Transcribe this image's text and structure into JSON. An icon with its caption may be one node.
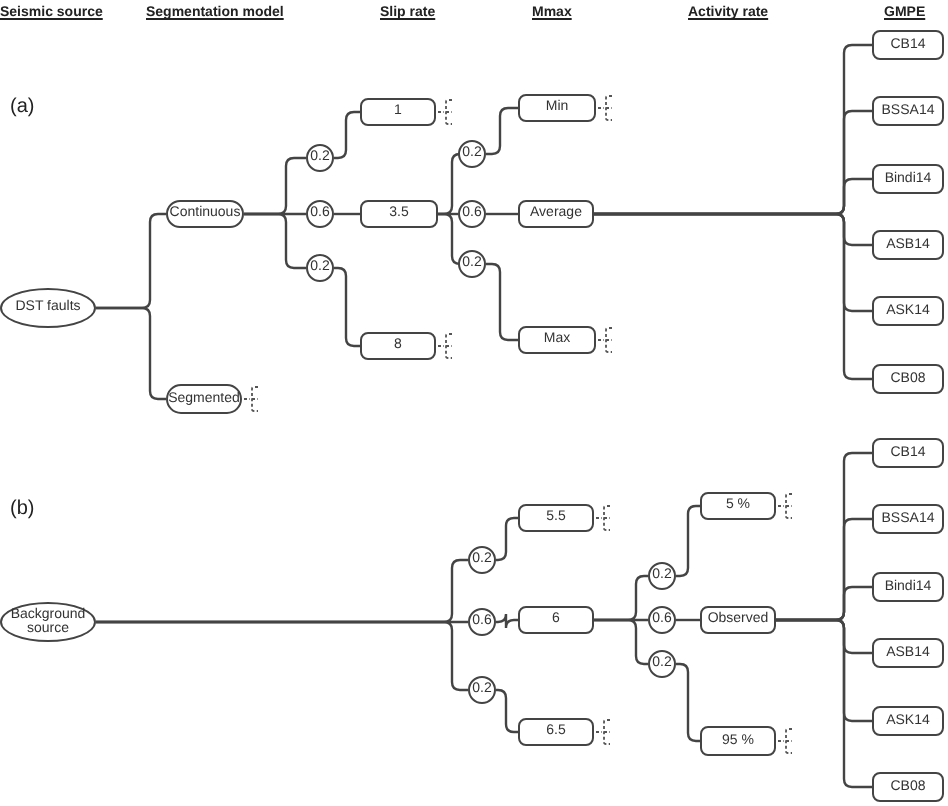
{
  "diagram": {
    "nodes": [
      {
        "text": [
          "DST faults"
        ]
      },
      {
        "text": [
          "Continuous"
        ]
      },
      {
        "text": [
          "Segmented"
        ]
      },
      {
        "text": [
          "0.2"
        ]
      },
      {
        "text": [
          "0.6"
        ]
      },
      {
        "text": [
          "0.2"
        ]
      },
      {
        "text": [
          "1"
        ]
      },
      {
        "text": [
          "3.5"
        ]
      },
      {
        "text": [
          "8"
        ]
      },
      {
        "text": [
          "0.2"
        ]
      },
      {
        "text": [
          "0.6"
        ]
      },
      {
        "text": [
          "0.2"
        ]
      },
      {
        "text": [
          "Min"
        ]
      },
      {
        "text": [
          "Average"
        ]
      },
      {
        "text": [
          "Max"
        ]
      },
      {
        "text": [
          "CB14"
        ]
      },
      {
        "text": [
          "BSSA14"
        ]
      },
      {
        "text": [
          "Bindi14"
        ]
      },
      {
        "text": [
          "ASB14"
        ]
      },
      {
        "text": [
          "ASK14"
        ]
      },
      {
        "text": [
          "CB08"
        ]
      },
      {
        "text": [
          "Background source"
        ]
      },
      {
        "text": [
          "0.2"
        ]
      },
      {
        "text": [
          "0.6"
        ]
      },
      {
        "text": [
          "0.2"
        ]
      },
      {
        "text": [
          "5.5"
        ]
      },
      {
        "text": [
          "6"
        ]
      },
      {
        "text": [
          "6.5"
        ]
      },
      {
        "text": [
          "0.2"
        ]
      },
      {
        "text": [
          "0.6"
        ]
      },
      {
        "text": [
          "0.2"
        ]
      },
      {
        "text": [
          "5 %"
        ]
      },
      {
        "text": [
          "Observed"
        ]
      },
      {
        "text": [
          "95 %"
        ]
      },
      {
        "text": [
          "CB14"
        ]
      },
      {
        "text": [
          "BSSA14"
        ]
      },
      {
        "text": [
          "Bindi14"
        ]
      },
      {
        "text": [
          "ASB14"
        ]
      },
      {
        "text": [
          "ASK14"
        ]
      },
      {
        "text": [
          "CB08"
        ]
      }
    ],
    "edges": [
      {
        "from": 0,
        "to": 1,
        "arrow": "none"
      },
      {
        "from": 0,
        "to": 2,
        "arrow": "none"
      },
      {
        "from": 1,
        "to": 3,
        "arrow": "none"
      },
      {
        "from": 1,
        "to": 4,
        "arrow": "none"
      },
      {
        "from": 1,
        "to": 5,
        "arrow": "none"
      },
      {
        "from": 3,
        "to": 6,
        "arrow": "none"
      },
      {
        "from": 4,
        "to": 7,
        "arrow": "none"
      },
      {
        "from": 5,
        "to": 8,
        "arrow": "none"
      },
      {
        "from": 7,
        "to": 9,
        "arrow": "none"
      },
      {
        "from": 7,
        "to": 10,
        "arrow": "none"
      },
      {
        "from": 7,
        "to": 11,
        "arrow": "none"
      },
      {
        "from": 9,
        "to": 12,
        "arrow": "none"
      },
      {
        "from": 10,
        "to": 13,
        "arrow": "none"
      },
      {
        "from": 11,
        "to": 14,
        "arrow": "none"
      },
      {
        "from": 13,
        "to": 15,
        "arrow": "none"
      },
      {
        "from": 13,
        "to": 16,
        "arrow": "none"
      },
      {
        "from": 13,
        "to": 17,
        "arrow": "none"
      },
      {
        "from": 13,
        "to": 18,
        "arrow": "none"
      },
      {
        "from": 13,
        "to": 19,
        "arrow": "none"
      },
      {
        "from": 13,
        "to": 20,
        "arrow": "none"
      },
      {
        "from": 21,
        "to": 22,
        "arrow": "none"
      },
      {
        "from": 21,
        "to": 23,
        "arrow": "none"
      },
      {
        "from": 21,
        "to": 24,
        "arrow": "none"
      },
      {
        "from": 22,
        "to": 25,
        "arrow": "none"
      },
      {
        "from": 23,
        "to": 26,
        "arrow": "none"
      },
      {
        "from": 24,
        "to": 27,
        "arrow": "none"
      },
      {
        "from": 26,
        "to": 28,
        "arrow": "none"
      },
      {
        "from": 26,
        "to": 29,
        "arrow": "none"
      },
      {
        "from": 26,
        "to": 30,
        "arrow": "none"
      },
      {
        "from": 28,
        "to": 31,
        "arrow": "none"
      },
      {
        "from": 29,
        "to": 32,
        "arrow": "none"
      },
      {
        "from": 30,
        "to": 33,
        "arrow": "none"
      },
      {
        "from": 32,
        "to": 34,
        "arrow": "none"
      },
      {
        "from": 32,
        "to": 35,
        "arrow": "none"
      },
      {
        "from": 32,
        "to": 36,
        "arrow": "none"
      },
      {
        "from": 32,
        "to": 37,
        "arrow": "none"
      },
      {
        "from": 32,
        "to": 38,
        "arrow": "none"
      },
      {
        "from": 32,
        "to": 39,
        "arrow": "none"
      }
    ],
    "labels": [
      "Seismic source",
      "Segmentation model",
      "Slip rate",
      "Mmax",
      "Activity rate",
      "GMPE",
      "(a)",
      "(b)"
    ]
  }
}
